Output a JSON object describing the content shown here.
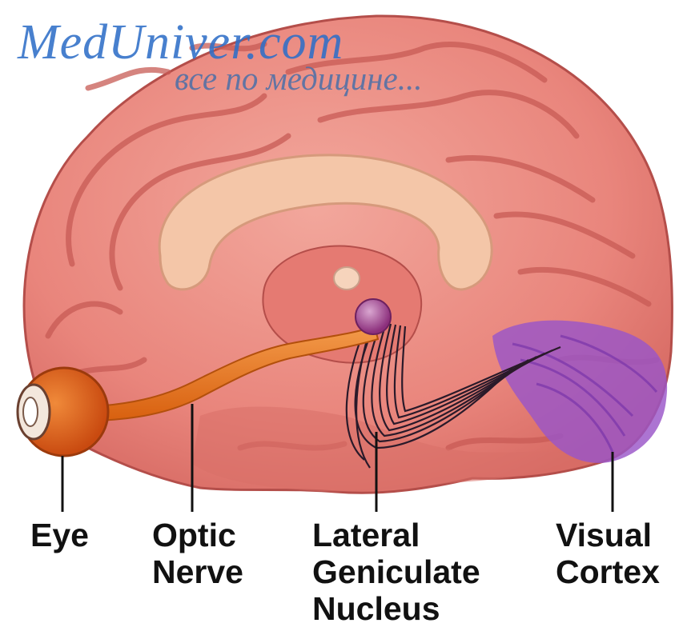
{
  "watermark": {
    "site": "MedUniver.com",
    "tagline": "все по медицине..."
  },
  "labels": {
    "eye": [
      "Eye"
    ],
    "optic_nerve": [
      "Optic",
      "Nerve"
    ],
    "lateral_geniculate_nucleus": [
      "Lateral",
      "Geniculate",
      "Nucleus"
    ],
    "visual_cortex": [
      "Visual",
      "Cortex"
    ]
  },
  "colors": {
    "brain": "#e9857c",
    "brain_shadow": "#c85b55",
    "corpus_callosum": "#f4c6a8",
    "optic_nerve": "#e8741c",
    "eye": "#e0601a",
    "lgn": "#9b3f8a",
    "visual_cortex": "#9a55c8",
    "label_text": "#111111"
  },
  "icons": {
    "brain": "brain-sagittal-section",
    "eye": "eyeball"
  }
}
